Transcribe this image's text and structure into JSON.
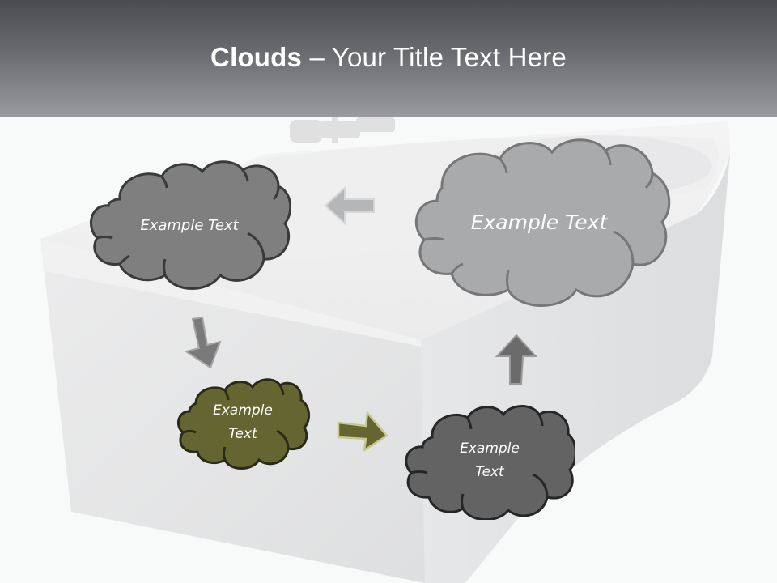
{
  "slide": {
    "title_bold": "Clouds",
    "title_rest": " – Your Title Text Here",
    "colors": {
      "header_top": "#4a4b4f",
      "header_bottom": "#9a9ba0",
      "background": "#f8f9f9",
      "tub": "#e4e5e6"
    }
  },
  "diagram": {
    "clouds": [
      {
        "id": "top-left",
        "label": "Example Text",
        "fill": "#7f7f7f",
        "stroke": "#3a3a3a"
      },
      {
        "id": "top-right",
        "label": "Example Text",
        "fill": "#a9aaac",
        "stroke": "#777777"
      },
      {
        "id": "bottom-left",
        "label_line1": "Example",
        "label_line2": "Text",
        "fill": "#656532",
        "stroke": "#2a2a18"
      },
      {
        "id": "bottom-right",
        "label_line1": "Example",
        "label_line2": "Text",
        "fill": "#636363",
        "stroke": "#262626"
      }
    ],
    "arrows": [
      {
        "id": "left",
        "direction": "left",
        "fill": "#b5b6b8"
      },
      {
        "id": "down",
        "direction": "down-left",
        "fill": "#7a7a7a"
      },
      {
        "id": "right",
        "direction": "right",
        "fill": "#656532"
      },
      {
        "id": "up",
        "direction": "up",
        "fill": "#6b6b6b"
      }
    ]
  }
}
